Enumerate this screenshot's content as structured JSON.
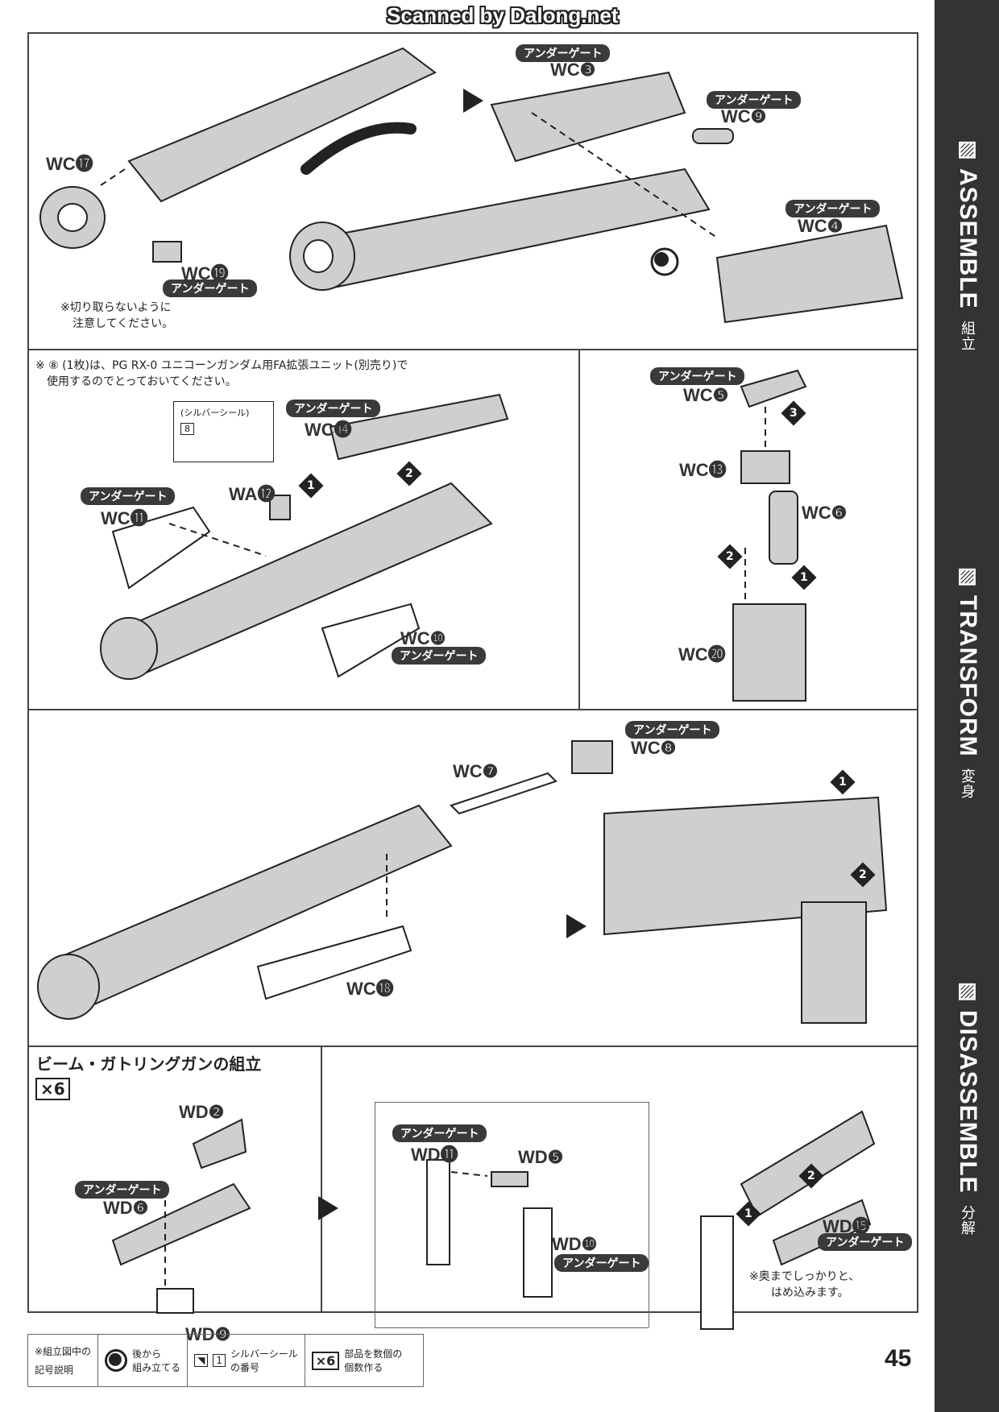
{
  "scan_credit": "Scanned by Dalong.net",
  "sidebar": {
    "sections": [
      {
        "en": "ASSEMBLE",
        "jp": "組立"
      },
      {
        "en": "TRANSFORM",
        "jp": "変身"
      },
      {
        "en": "DISASSEMBLE",
        "jp": "分解"
      }
    ]
  },
  "gate_tag": "アンダーゲート",
  "panel1": {
    "parts": {
      "wc3": "WC❸",
      "wc9": "WC❾",
      "wc4": "WC❹",
      "wc17": "WC⓱",
      "wc19": "WC⓳"
    },
    "note_line1": "※切り取らないように",
    "note_line2": "注意してください。"
  },
  "panel2": {
    "note_line1": "※ ⑧ (1枚)は、PG RX-0 ユニコーンガンダム用FA拡張ユニット(別売り)で",
    "note_line2": "使用するのでとっておいてください。",
    "silver_seal": "(シルバーシール)",
    "seal_number": "8",
    "parts": {
      "wc14": "WC⓮",
      "wa12": "WA⓬",
      "wc11": "WC⓫",
      "wc10": "WC❿"
    },
    "steps": [
      "1",
      "2"
    ]
  },
  "panel3": {
    "parts": {
      "wc5": "WC❺",
      "wc13": "WC⓭",
      "wc6": "WC❻",
      "wc20": "WC⓴"
    },
    "steps": [
      "3",
      "2",
      "1"
    ]
  },
  "panel4": {
    "parts": {
      "wc7": "WC❼",
      "wc8": "WC❽",
      "wc18": "WC⓲"
    },
    "steps": [
      "1",
      "2"
    ]
  },
  "panel5": {
    "title": "ビーム・ガトリングガンの組立",
    "multiplier": "×6",
    "parts": {
      "wd2": "WD❷",
      "wd6": "WD❻",
      "wd9": "WD❾",
      "wd11": "WD⓫",
      "wd5": "WD❺",
      "wd10": "WD❿",
      "wd15": "WD⓯"
    },
    "steps": [
      "1",
      "2"
    ],
    "note_line1": "※奥までしっかりと、",
    "note_line2": "はめ込みます。"
  },
  "legend": {
    "heading_line1": "※組立図中の",
    "heading_line2": "記号説明",
    "items": [
      {
        "line1": "後から",
        "line2": "組み立てる"
      },
      {
        "line1": "シルバーシール",
        "line2": "の番号",
        "num": "1"
      },
      {
        "line1": "部品を数個の",
        "line2": "個数作る",
        "num": "×6"
      }
    ]
  },
  "page_number": "45",
  "colors": {
    "ink": "#222222",
    "part_fill": "#cfcfcf",
    "sidebar": "#333333"
  }
}
